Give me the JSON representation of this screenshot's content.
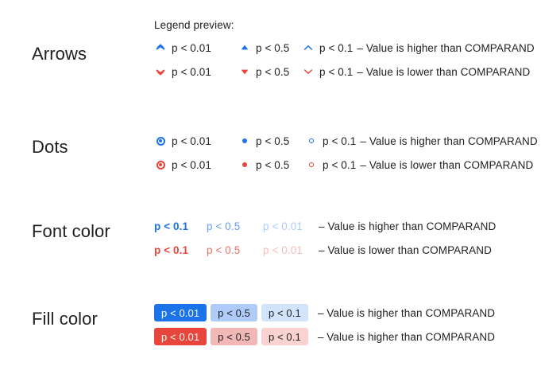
{
  "preview": {
    "caption": "Legend preview:"
  },
  "colors": {
    "blue_strong": "#1a73e8",
    "blue_mid": "#4285f4",
    "blue_weak": "#8ab4f8",
    "red_strong": "#e8453c",
    "red_mid": "#ea4335",
    "red_weak": "#f28b82",
    "fill_blue_strong_bg": "#1a73e8",
    "fill_blue_strong_fg": "#ffffff",
    "fill_blue_mid_bg": "#aecbfa",
    "fill_blue_mid_fg": "#202124",
    "fill_blue_weak_bg": "#d2e3fc",
    "fill_blue_weak_fg": "#202124",
    "fill_red_strong_bg": "#e8453c",
    "fill_red_strong_fg": "#ffffff",
    "fill_red_mid_bg": "#f2b8b5",
    "fill_red_mid_fg": "#202124",
    "fill_red_weak_bg": "#fad2cf",
    "fill_red_weak_fg": "#202124",
    "text": "#202124"
  },
  "sections": [
    {
      "key": "arrows",
      "label": "Arrows",
      "rows": [
        {
          "direction": "higher",
          "color": "#1a73e8",
          "description": "– Value is higher than COMPARAND",
          "items": [
            {
              "icon": "double-chevron-up-icon",
              "label": "p < 0.01"
            },
            {
              "icon": "triangle-up-icon",
              "label": "p < 0.5"
            },
            {
              "icon": "chevron-up-icon",
              "label": "p < 0.1"
            }
          ]
        },
        {
          "direction": "lower",
          "color": "#e8453c",
          "description": "– Value is lower than COMPARAND",
          "items": [
            {
              "icon": "double-chevron-down-icon",
              "label": "p < 0.01"
            },
            {
              "icon": "triangle-down-icon",
              "label": "p < 0.5"
            },
            {
              "icon": "chevron-down-icon",
              "label": "p < 0.1"
            }
          ]
        }
      ]
    },
    {
      "key": "dots",
      "label": "Dots",
      "rows": [
        {
          "direction": "higher",
          "color": "#1a73e8",
          "description": "– Value is higher than COMPARAND",
          "items": [
            {
              "icon": "dot-ring-filled-icon",
              "label": "p < 0.01"
            },
            {
              "icon": "dot-filled-icon",
              "label": "p < 0.5"
            },
            {
              "icon": "dot-hollow-icon",
              "label": "p < 0.1"
            }
          ]
        },
        {
          "direction": "lower",
          "color": "#e8453c",
          "description": "– Value is lower than COMPARAND",
          "items": [
            {
              "icon": "dot-ring-filled-icon",
              "label": "p < 0.01"
            },
            {
              "icon": "dot-filled-icon",
              "label": "p < 0.5"
            },
            {
              "icon": "dot-hollow-icon",
              "label": "p < 0.1"
            }
          ]
        }
      ]
    },
    {
      "key": "font-color",
      "label": "Font color",
      "rows": [
        {
          "direction": "higher",
          "description": "– Value is higher than COMPARAND",
          "items": [
            {
              "label": "p < 0.1",
              "color": "#1a73e8"
            },
            {
              "label": "p < 0.5",
              "color": "#669df6"
            },
            {
              "label": "p < 0.01",
              "color": "#aecbfa"
            }
          ]
        },
        {
          "direction": "lower",
          "description": "– Value is lower than COMPARAND",
          "items": [
            {
              "label": "p < 0.1",
              "color": "#e8453c"
            },
            {
              "label": "p < 0.5",
              "color": "#f07167"
            },
            {
              "label": "p < 0.01",
              "color": "#f8bdb8"
            }
          ]
        }
      ]
    },
    {
      "key": "fill-color",
      "label": "Fill color",
      "rows": [
        {
          "direction": "higher",
          "description": "– Value is higher than COMPARAND",
          "items": [
            {
              "label": "p < 0.01",
              "bg": "#1a73e8",
              "fg": "#ffffff"
            },
            {
              "label": "p < 0.5",
              "bg": "#aecbfa",
              "fg": "#202124"
            },
            {
              "label": "p < 0.1",
              "bg": "#d2e3fc",
              "fg": "#202124"
            }
          ]
        },
        {
          "direction": "lower",
          "description": "– Value is higher than COMPARAND",
          "items": [
            {
              "label": "p < 0.01",
              "bg": "#e8453c",
              "fg": "#ffffff"
            },
            {
              "label": "p < 0.5",
              "bg": "#f2b8b5",
              "fg": "#202124"
            },
            {
              "label": "p < 0.1",
              "bg": "#fad2cf",
              "fg": "#202124"
            }
          ]
        }
      ]
    }
  ]
}
